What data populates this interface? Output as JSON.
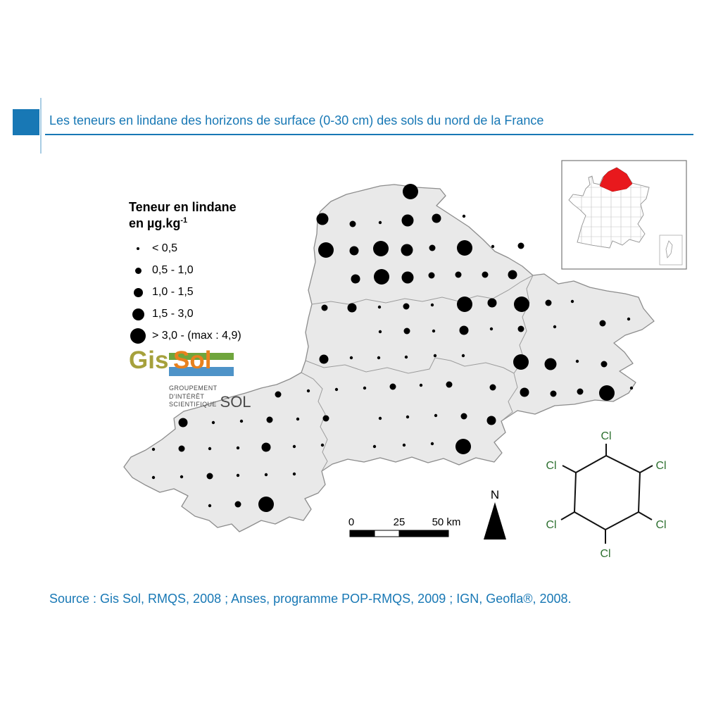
{
  "header": {
    "title": "Les teneurs en lindane des horizons de surface (0-30 cm) des sols du nord de la France",
    "accent_color": "#1878b5"
  },
  "legend": {
    "title_line1": "Teneur en lindane",
    "title_line2_base": "en µg.kg",
    "title_line2_sup": "-1",
    "items": [
      {
        "label": "< 0,5",
        "size_class": 1
      },
      {
        "label": "0,5 - 1,0",
        "size_class": 2
      },
      {
        "label": "1,0 - 1,5",
        "size_class": 3
      },
      {
        "label": "1,5 - 3,0",
        "size_class": 4
      },
      {
        "label": "> 3,0 - (max : 4,9)",
        "size_class": 5
      }
    ],
    "dot_radii": {
      "1": 2.2,
      "2": 4.5,
      "3": 6.5,
      "4": 8.5,
      "5": 11
    }
  },
  "logo": {
    "gis": "Gis",
    "sol": "Sol",
    "line1": "GROUPEMENT",
    "line2": "D'INTÉRÊT",
    "line3": "SCIENTIFIQUE",
    "sol_small": "SOL",
    "colors": {
      "gis": "#a6a13c",
      "sol": "#e8811e",
      "bar_green": "#6fa53c",
      "bar_blue": "#4e93c8"
    }
  },
  "map": {
    "fill": "#e9e9e9",
    "border": "#8c8c8c",
    "dot_color": "#000000",
    "dots": [
      [
        583,
        272,
        5
      ],
      [
        458,
        311,
        4
      ],
      [
        501,
        318,
        2
      ],
      [
        540,
        316,
        1
      ],
      [
        579,
        313,
        4
      ],
      [
        620,
        310,
        3
      ],
      [
        659,
        307,
        1
      ],
      [
        463,
        355,
        5
      ],
      [
        503,
        356,
        3
      ],
      [
        541,
        353,
        5
      ],
      [
        578,
        355,
        4
      ],
      [
        614,
        352,
        2
      ],
      [
        660,
        352,
        5
      ],
      [
        700,
        350,
        1
      ],
      [
        740,
        349,
        2
      ],
      [
        505,
        396,
        3
      ],
      [
        542,
        393,
        5
      ],
      [
        579,
        394,
        4
      ],
      [
        613,
        391,
        2
      ],
      [
        651,
        390,
        2
      ],
      [
        689,
        390,
        2
      ],
      [
        728,
        390,
        3
      ],
      [
        461,
        437,
        2
      ],
      [
        500,
        437,
        3
      ],
      [
        539,
        436,
        1
      ],
      [
        577,
        435,
        2
      ],
      [
        614,
        433,
        1
      ],
      [
        660,
        432,
        5
      ],
      [
        699,
        430,
        3
      ],
      [
        741,
        432,
        5
      ],
      [
        779,
        430,
        2
      ],
      [
        813,
        428,
        1
      ],
      [
        540,
        471,
        1
      ],
      [
        578,
        470,
        2
      ],
      [
        616,
        470,
        1
      ],
      [
        659,
        469,
        3
      ],
      [
        698,
        467,
        1
      ],
      [
        740,
        467,
        2
      ],
      [
        788,
        464,
        1
      ],
      [
        856,
        459,
        2
      ],
      [
        893,
        453,
        1
      ],
      [
        460,
        510,
        3
      ],
      [
        499,
        508,
        1
      ],
      [
        538,
        508,
        1
      ],
      [
        577,
        507,
        1
      ],
      [
        618,
        505,
        1
      ],
      [
        658,
        505,
        1
      ],
      [
        740,
        514,
        5
      ],
      [
        782,
        517,
        4
      ],
      [
        820,
        513,
        1
      ],
      [
        858,
        517,
        2
      ],
      [
        395,
        560,
        2
      ],
      [
        438,
        555,
        1
      ],
      [
        478,
        553,
        1
      ],
      [
        518,
        551,
        1
      ],
      [
        558,
        549,
        2
      ],
      [
        598,
        547,
        1
      ],
      [
        638,
        546,
        2
      ],
      [
        700,
        550,
        2
      ],
      [
        745,
        557,
        3
      ],
      [
        786,
        559,
        2
      ],
      [
        824,
        556,
        2
      ],
      [
        862,
        558,
        5
      ],
      [
        897,
        551,
        1
      ],
      [
        260,
        600,
        3
      ],
      [
        303,
        600,
        1
      ],
      [
        343,
        598,
        1
      ],
      [
        383,
        596,
        2
      ],
      [
        423,
        595,
        1
      ],
      [
        463,
        594,
        2
      ],
      [
        540,
        594,
        1
      ],
      [
        579,
        592,
        1
      ],
      [
        619,
        590,
        1
      ],
      [
        659,
        591,
        2
      ],
      [
        698,
        597,
        3
      ],
      [
        218,
        638,
        1
      ],
      [
        258,
        637,
        2
      ],
      [
        298,
        637,
        1
      ],
      [
        338,
        636,
        1
      ],
      [
        378,
        635,
        3
      ],
      [
        418,
        634,
        1
      ],
      [
        458,
        632,
        1
      ],
      [
        532,
        634,
        1
      ],
      [
        574,
        632,
        1
      ],
      [
        614,
        630,
        1
      ],
      [
        658,
        634,
        5
      ],
      [
        218,
        678,
        1
      ],
      [
        258,
        677,
        1
      ],
      [
        298,
        676,
        2
      ],
      [
        338,
        675,
        1
      ],
      [
        378,
        674,
        1
      ],
      [
        418,
        673,
        1
      ],
      [
        298,
        718,
        1
      ],
      [
        338,
        716,
        2
      ],
      [
        378,
        716,
        5
      ]
    ]
  },
  "inset": {
    "highlight_color": "#e8191d",
    "outline_color": "#999999"
  },
  "molecule": {
    "atom": "Cl",
    "color": "#2d7030"
  },
  "scalebar": {
    "tick0": "0",
    "tick25": "25",
    "tick50": "50 km"
  },
  "north_arrow": {
    "label": "N"
  },
  "source": "Source : Gis Sol, RMQS, 2008 ; Anses, programme POP-RMQS, 2009 ; IGN, Geofla®, 2008."
}
